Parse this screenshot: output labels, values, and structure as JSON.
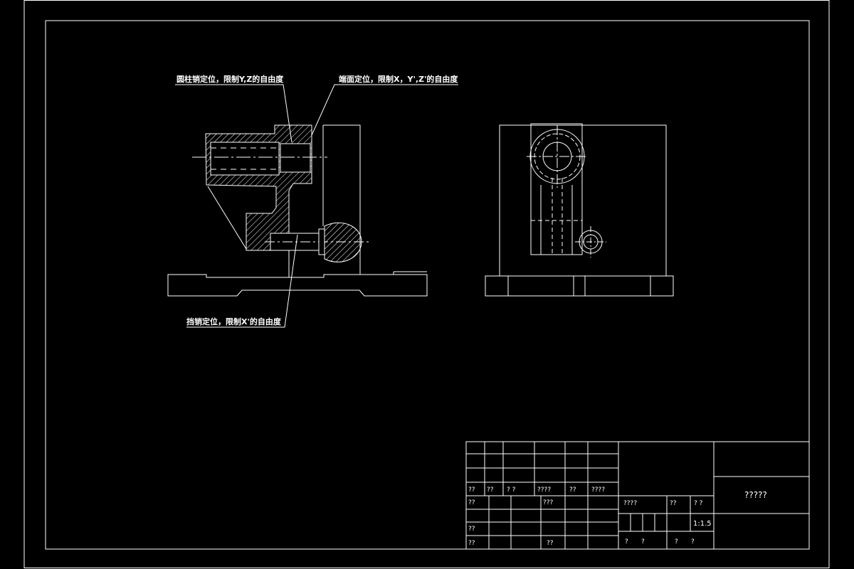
{
  "annotations": {
    "pin_label": "圆柱销定位，限制Y,Z的自由度",
    "face_label": "端面定位，限制X，Y',Z'的自由度",
    "stop_label": "挡销定位，限制X'的自由度"
  },
  "title_block": {
    "row_labels": [
      "??",
      "??",
      "? ?",
      "????",
      "??",
      "????"
    ],
    "r1": "??",
    "r1b": "???",
    "r2": "??",
    "r3": "??",
    "r3b": "??",
    "mat": "????",
    "mass": "??",
    "qty": "? ?",
    "scale": "1:1.5",
    "sheet_a": "?",
    "sheet_b": "?",
    "sheet_c": "?",
    "sheet_d": "?",
    "drawing_name": "?????"
  },
  "colors": {
    "background": "#000000",
    "line": "#ffffff",
    "hatch": "#ffffff"
  }
}
